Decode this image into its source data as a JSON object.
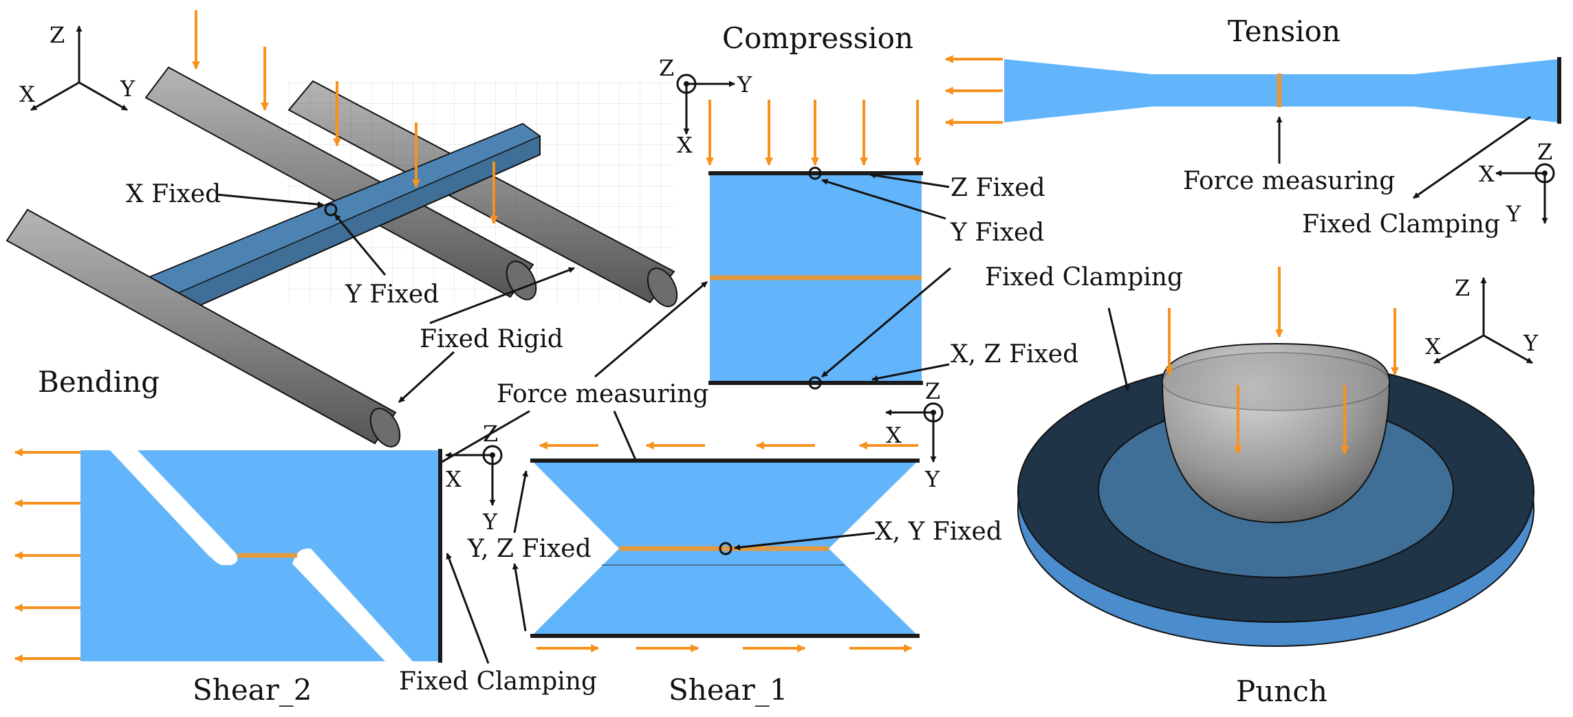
{
  "colors": {
    "force_arrow": "#f7921e",
    "specimen": "#62b5fb",
    "measure_line": "#e19a42",
    "rod_gray": "#8a8a8a",
    "plate_blue": "#3f6e96",
    "die_dark": "#1f3447",
    "outline": "#1a1a1a"
  },
  "bending": {
    "title": "Bending",
    "x_fixed": "X Fixed",
    "y_fixed": "Y Fixed",
    "fixed_rigid": "Fixed Rigid",
    "triad": {
      "z": "Z",
      "x": "X",
      "y": "Y"
    }
  },
  "compression": {
    "title": "Compression",
    "z_fixed": "Z Fixed",
    "y_fixed": "Y Fixed",
    "xz_fixed": "X, Z Fixed",
    "triad": {
      "z": "Z",
      "y": "Y",
      "x": "X"
    }
  },
  "tension": {
    "title": "Tension",
    "force_measuring": "Force measuring",
    "fixed_clamping": "Fixed Clamping",
    "triad": {
      "x": "X",
      "z": "Z",
      "y": "Y"
    }
  },
  "common": {
    "force_measuring": "Force measuring"
  },
  "shear_2": {
    "title": "Shear_2",
    "fixed_clamping": "Fixed Clamping",
    "triad": {
      "z": "Z",
      "x": "X",
      "y": "Y"
    }
  },
  "shear_1": {
    "title": "Shear_1",
    "yz_fixed": "Y, Z Fixed",
    "xy_fixed": "X, Y Fixed",
    "triad": {
      "z": "Z",
      "x": "X",
      "y": "Y"
    }
  },
  "punch": {
    "title": "Punch",
    "fixed_clamping": "Fixed Clamping",
    "triad": {
      "z": "Z",
      "x": "X",
      "y": "Y"
    }
  }
}
